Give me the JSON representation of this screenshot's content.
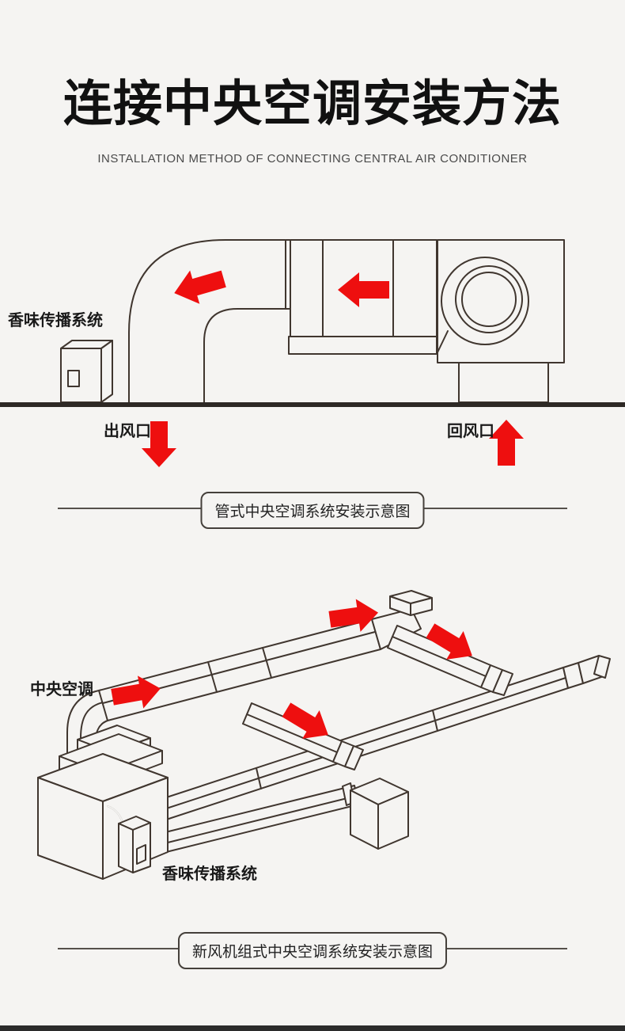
{
  "page": {
    "title": "连接中央空调安装方法",
    "subtitle": "INSTALLATION METHOD OF CONNECTING CENTRAL AIR CONDITIONER"
  },
  "diagram1": {
    "labels": {
      "fragrance_system": "香味传播系统",
      "air_outlet": "出风口",
      "return_air": "回风口"
    },
    "caption": "管式中央空调系统安装示意图"
  },
  "diagram2": {
    "labels": {
      "central_ac": "中央空调",
      "fragrance_system": "香味传播系统"
    },
    "caption": "新风机组式中央空调系统安装示意图"
  },
  "colors": {
    "background": "#f5f4f2",
    "line": "#40362f",
    "arrow_red": "#ee0f0f",
    "floor": "#2e2925",
    "footer_bar": "#2b2b2b",
    "title_text": "#111111",
    "subtitle_text": "#4a4a4a"
  }
}
